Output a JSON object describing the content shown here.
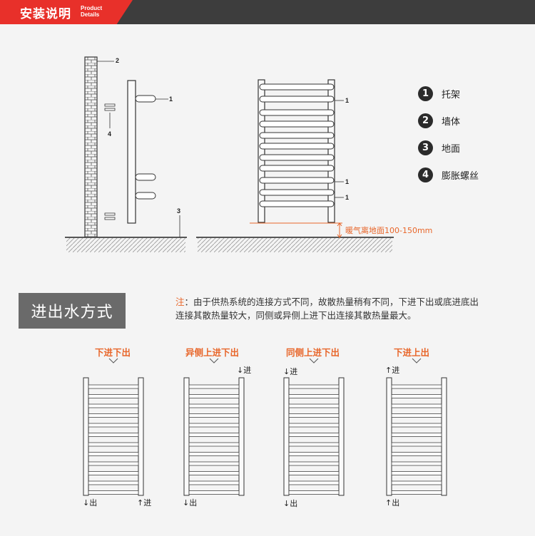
{
  "header": {
    "title": "安装说明",
    "sub_line1": "Product",
    "sub_line2": "Details"
  },
  "side_view": {
    "callouts": [
      "2",
      "1",
      "4",
      "3"
    ]
  },
  "front_view": {
    "callouts": [
      "1",
      "1",
      "1"
    ],
    "dimension_label": "暖气离地面100-150mm"
  },
  "legend": [
    {
      "num": "1",
      "label": "托架"
    },
    {
      "num": "2",
      "label": "墙体"
    },
    {
      "num": "3",
      "label": "地面"
    },
    {
      "num": "4",
      "label": "膨胀螺丝"
    }
  ],
  "section": {
    "title": "进出水方式",
    "note_prefix": "注",
    "note_line1": "：由于供热系统的连接方式不同，故散热量稍有不同，下进下出或底进底出",
    "note_line2": "连接其散热量较大，同侧或异侧上进下出连接其散热量最大。"
  },
  "methods": [
    {
      "caption": "下进下出",
      "labels": [
        "↓出",
        "↑进"
      ]
    },
    {
      "caption": "异侧上进下出",
      "labels": [
        "↓进",
        "↓出"
      ]
    },
    {
      "caption": "同侧上进下出",
      "labels": [
        "↓进",
        "↓出"
      ]
    },
    {
      "caption": "下进上出",
      "labels": [
        "↑进",
        "↑出"
      ]
    }
  ],
  "colors": {
    "accent": "#e8302a",
    "header_bg": "#3d3d3d",
    "orange": "#e8662a"
  }
}
